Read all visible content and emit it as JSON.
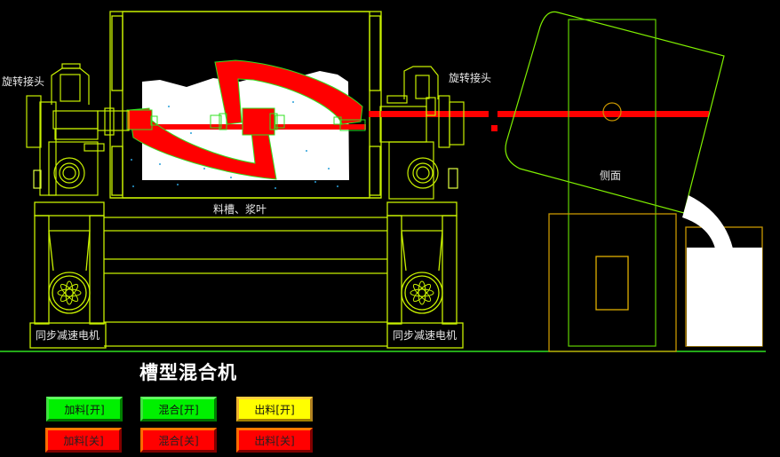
{
  "app": {
    "title": "槽型混合机"
  },
  "labels": {
    "rotary_joint_left": "旋转接头",
    "rotary_joint_right": "旋转接头",
    "trough_paddle": "料槽、浆叶",
    "side_view": "侧面",
    "motor_left": "同步减速电机",
    "motor_right": "同步减速电机"
  },
  "buttons": {
    "feed_on": "加料[开]",
    "mix_on": "混合[开]",
    "discharge_on": "出料[开]",
    "feed_off": "加料[关]",
    "mix_off": "混合[关]",
    "discharge_off": "出料[关]"
  },
  "colors": {
    "frame": "#c8f000",
    "outline_green": "#40ff20",
    "active_red": "#ff0000",
    "on_green": "#00f000",
    "on_yellow": "#ffff00",
    "hopper": "#c89600"
  }
}
